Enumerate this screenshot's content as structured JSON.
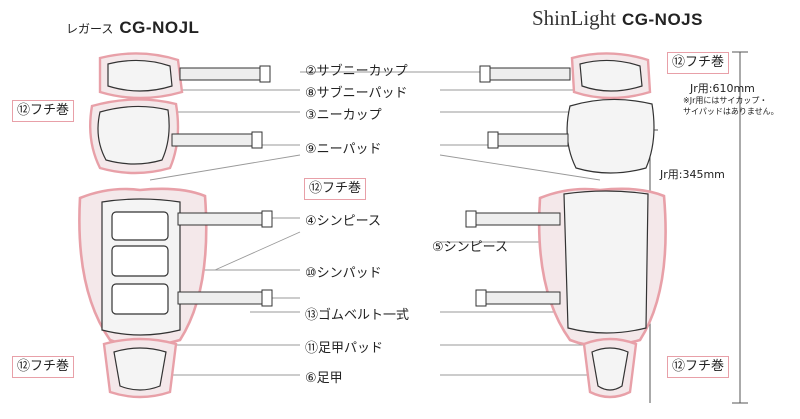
{
  "titles": {
    "left_sub": "レガース",
    "left_model": "CG-NOJL",
    "right_brand": "ShinLight",
    "right_model": "CG-NOJS"
  },
  "parts": {
    "p2": "②サブニーカップ",
    "p8": "⑧サブニーパッド",
    "p3": "③ニーカップ",
    "p9": "⑨ニーパッド",
    "p4": "④シンピース",
    "p5": "⑤シンピース",
    "p10": "⑩シンパッド",
    "p13": "⑬ゴムベルト一式",
    "p11": "⑪足甲パッド",
    "p6": "⑥足甲"
  },
  "edge_label": "⑫フチ巻",
  "notes": {
    "jr_610": "Jr用:610mm",
    "jr_note_1": "※Jr用にはサイカップ・",
    "jr_note_2": "サイパッドはありません。",
    "jr_345": "Jr用:345mm"
  },
  "colors": {
    "edge_pink": "#e8a0a8",
    "line_gray": "#888888",
    "outline": "#333333",
    "pad_fill": "#f4f4f4",
    "strap_fill": "#eeeeee"
  },
  "icons": [
    "left-guard-illustration",
    "right-guard-illustration",
    "strap-buckle-icon"
  ]
}
